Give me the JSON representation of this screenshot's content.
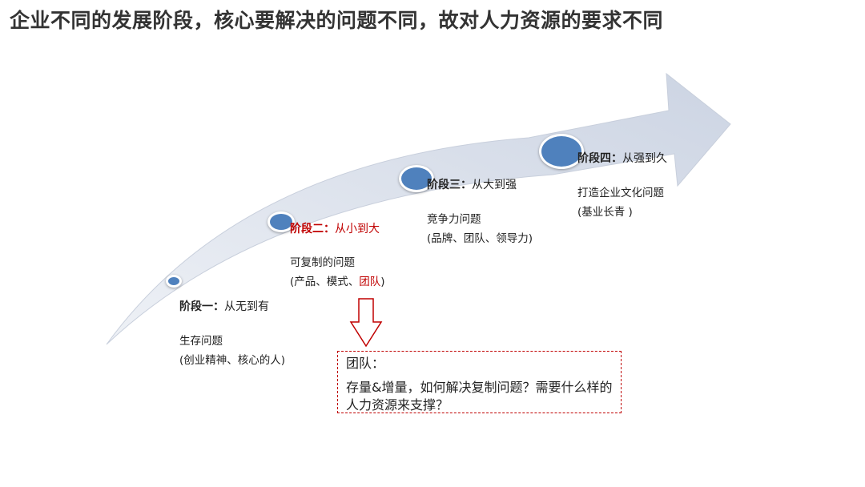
{
  "title": "企业不同的发展阶段，核心要解决的问题不同，故对人力资源的要求不同",
  "colors": {
    "arrow": "#d5dbe8",
    "dot": "#4f81bd",
    "highlight": "#c00000"
  },
  "stages": [
    {
      "label": "阶段一",
      "sep": "：",
      "desc": "从无到有",
      "line1": "生存问题",
      "line2": "(创业精神、核心的人)"
    },
    {
      "label": "阶段二",
      "sep": "：",
      "desc": "从小到大",
      "line1": "可复制的问题",
      "line2_prefix": "(产品、模式、",
      "line2_highlight": "团队",
      "line2_suffix": ")"
    },
    {
      "label": "阶段三",
      "sep": "：",
      "desc": "从大到强",
      "line1": "竞争力问题",
      "line2": "(品牌、团队、领导力)"
    },
    {
      "label": "阶段四",
      "sep": "：",
      "desc": "从强到久",
      "line1": "打造企业文化问题",
      "line2": "(基业长青 )"
    }
  ],
  "callout": {
    "heading": "团队：",
    "question": "存量&增量，如何解决复制问题？需要什么样的人力资源来支撑？"
  }
}
